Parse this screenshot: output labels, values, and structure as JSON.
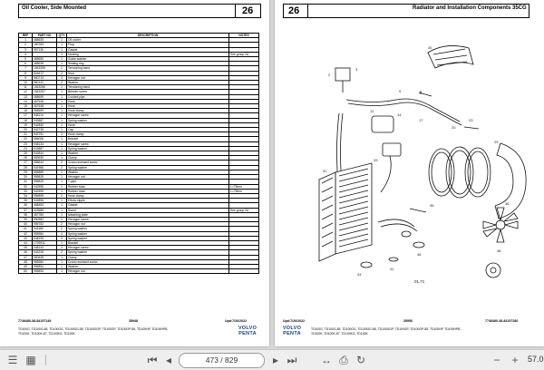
{
  "left_page": {
    "title": "Oil Cooler, Side Mounted",
    "page_number": "26",
    "columns": [
      "REF",
      "PART NO",
      "QTY",
      "DESCRIPTION",
      "NOTES"
    ],
    "rows": [
      [
        "1",
        "468635",
        "1",
        "Oil cooler",
        ""
      ],
      [
        "2",
        "180763",
        "1",
        "Plug",
        ""
      ],
      [
        "3",
        "957130",
        "1",
        "Gasket",
        ""
      ],
      [
        "4",
        "",
        "1",
        "housing",
        "See group 2A"
      ],
      [
        "5",
        "468650",
        "1",
        "Guide washer",
        ""
      ],
      [
        "6",
        "468635",
        "1",
        "Sealing ring",
        ""
      ],
      [
        "7",
        "1543255",
        "1",
        "Tensioning band",
        ""
      ],
      [
        "8",
        "824872",
        "2",
        "Stud",
        ""
      ],
      [
        "9",
        "960713",
        "2",
        "Hexagon nut",
        ""
      ],
      [
        "10",
        "960141",
        "2",
        "Washer",
        ""
      ],
      [
        "11",
        "1543256",
        "1",
        "Tensioning band",
        ""
      ],
      [
        "12",
        "1543257",
        "1",
        "Bleeder screw",
        ""
      ],
      [
        "13",
        "468699",
        "1",
        "Coolant pipe",
        ""
      ],
      [
        "14",
        "467638",
        "1",
        "Hose",
        ""
      ],
      [
        "15",
        "467638",
        "1",
        "Hose",
        ""
      ],
      [
        "16",
        "956599",
        "1",
        "Hose clamp",
        ""
      ],
      [
        "17",
        "948114",
        "1",
        "Hexagon screw",
        ""
      ],
      [
        "18",
        "943887",
        "1",
        "Spring washer",
        ""
      ],
      [
        "19",
        "942830",
        "1",
        "Hose",
        ""
      ],
      [
        "20",
        "942736",
        "1",
        "Cap",
        ""
      ],
      [
        "21",
        "942751",
        "2",
        "Hose clamp",
        ""
      ],
      [
        "22",
        "966006",
        "1",
        "Bracket",
        ""
      ],
      [
        "23",
        "948134",
        "1",
        "Hexagon screw",
        ""
      ],
      [
        "24",
        "943887",
        "1",
        "Spring washer",
        ""
      ],
      [
        "25",
        "942844",
        "1",
        "Washer",
        ""
      ],
      [
        "26",
        "953930",
        "1",
        "Clamp",
        ""
      ],
      [
        "27",
        "958644",
        "2",
        "Cross recessed screw",
        ""
      ],
      [
        "28",
        "941966",
        "2",
        "Spring washer",
        ""
      ],
      [
        "29",
        "955889",
        "1",
        "Washer",
        ""
      ],
      [
        "30",
        "955825",
        "1",
        "Hexagon nut",
        ""
      ],
      [
        "31",
        "955825",
        "1",
        "T-pipe",
        ""
      ],
      [
        "32",
        "942595",
        "1",
        "Rubber hose",
        "L=75mm"
      ],
      [
        "33",
        "942595",
        "1",
        "Rubber hose",
        "L=75mm"
      ],
      [
        "34",
        "956599",
        "2",
        "Hose clamp",
        ""
      ],
      [
        "35",
        "943896",
        "1",
        "Elbow nipple",
        ""
      ],
      [
        "36",
        "468453",
        "1",
        "Gasket",
        ""
      ],
      [
        "37",
        "423586",
        "1",
        "Stand",
        "See group 2A"
      ],
      [
        "38",
        "467780",
        "1",
        "Attaching plate",
        ""
      ],
      [
        "39",
        "950982",
        "2",
        "Hexagon screw",
        ""
      ],
      [
        "40",
        "955782",
        "2",
        "Hexagon nut",
        ""
      ],
      [
        "41",
        "941960",
        "2",
        "Spring washer",
        ""
      ],
      [
        "42",
        "955984",
        "4",
        "Spring washer",
        ""
      ],
      [
        "43",
        "948195",
        "2",
        "Spring washer",
        ""
      ],
      [
        "44",
        "1739911",
        "1",
        "Bracket",
        ""
      ],
      [
        "45",
        "948144",
        "2",
        "Hexagon screw",
        ""
      ],
      [
        "46",
        "943238",
        "2",
        "Spring washer",
        ""
      ],
      [
        "47",
        "960635",
        "1",
        "Clamp",
        ""
      ],
      [
        "48",
        "955980",
        "1",
        "Cross recessed screw",
        ""
      ],
      [
        "49",
        "955894",
        "1",
        "Washer",
        ""
      ],
      [
        "50",
        "955893",
        "1",
        "Hexagon nut",
        ""
      ]
    ],
    "footer_left": "7748480-38-84157149",
    "footer_center": "35948",
    "footer_right": "Upd:7/26/2022",
    "models_line1": "TD100G, TD100G-85, TD100GG, TD100GG-85, TD100GGP, TD100GP, TD100GP-85, TD100HP, TD100HPB,",
    "models_line2": "TD100K, TD100K-87, TD100KG, TD100K"
  },
  "right_page": {
    "title": "Radiator and Installation Components 35CG",
    "page_number": "26",
    "figure_code": "01.71",
    "footer_left": "Upd:7/26/2022",
    "footer_center": "35956",
    "footer_right": "7748480-38-84157280",
    "models_line1": "TD100G, TD100G-85, TD100GG, TD100GG-85, TD100GGP, TD100GP, TD100GP-85, TD100HP, TD100HPB,",
    "models_line2": "TD100K, TD100K-87, TD100KG, TD100K"
  },
  "brand": {
    "line1": "VOLVO",
    "line2": "PENTA"
  },
  "toolbar": {
    "page_indicator": "473 / 829",
    "zoom": "57.0"
  },
  "colors": {
    "brand_blue": "#1a3f8f",
    "toolbar_bg": "#eeeeee"
  }
}
